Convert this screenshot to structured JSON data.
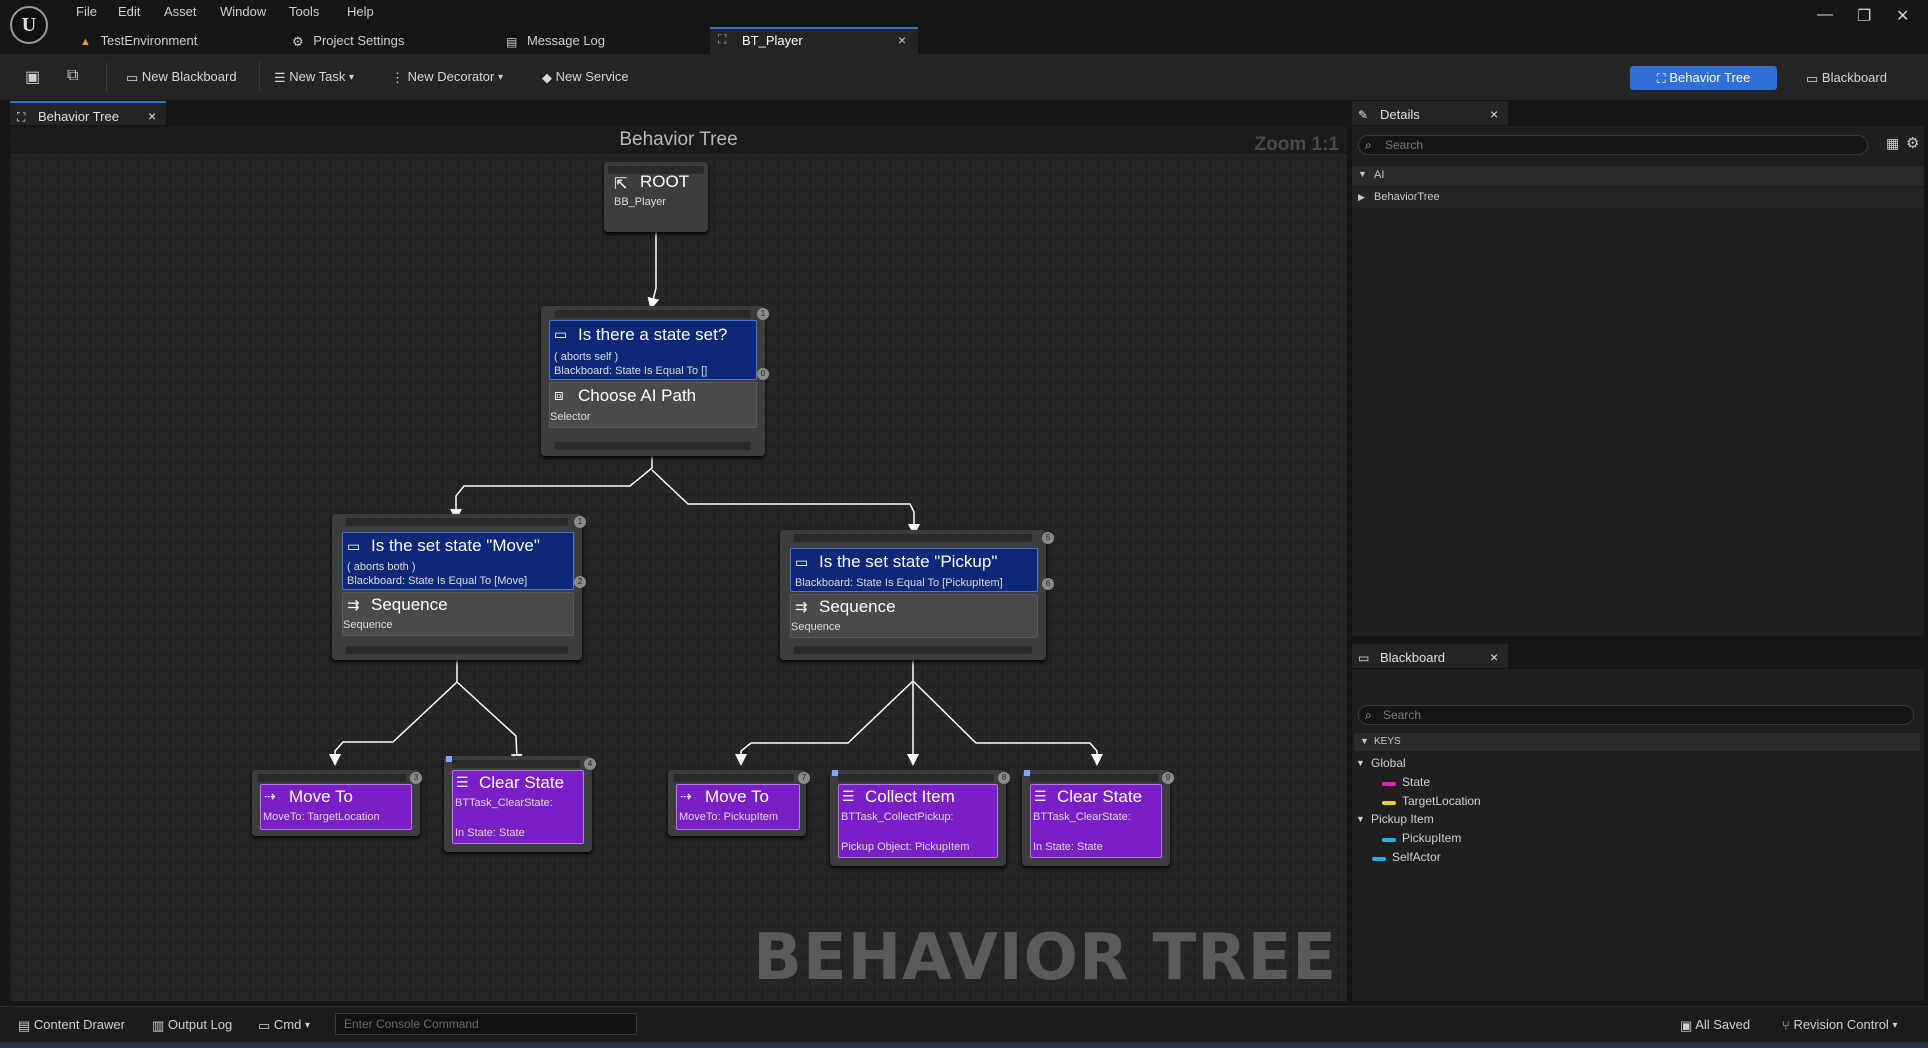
{
  "app": {
    "logo": "U"
  },
  "menu": [
    "File",
    "Edit",
    "Asset",
    "Window",
    "Tools",
    "Help"
  ],
  "doc_tabs": [
    {
      "label": "TestEnvironment",
      "icon": "level-icon"
    },
    {
      "label": "Project Settings",
      "icon": "gear-icon"
    },
    {
      "label": "Message Log",
      "icon": "log-icon"
    },
    {
      "label": "BT_Player",
      "icon": "behavior-tree-icon",
      "close": "×"
    }
  ],
  "window_buttons": {
    "minimize": "—",
    "restore": "❐",
    "close": "✕"
  },
  "toolbar": {
    "new_blackboard": "New Blackboard",
    "new_task": "New Task",
    "new_decorator": "New Decorator",
    "new_service": "New Service",
    "mode_behavior_tree": "Behavior Tree",
    "mode_blackboard": "Blackboard"
  },
  "graph": {
    "tab_label": "Behavior Tree",
    "close": "×",
    "title": "Behavior Tree",
    "zoom": "Zoom 1:1",
    "watermark": "BEHAVIOR TREE"
  },
  "nodes": {
    "root": {
      "title": "ROOT",
      "sub": "BB_Player"
    },
    "selector": {
      "dec_title": "Is there a state set?",
      "dec_line1": "( aborts self )",
      "dec_line2": "Blackboard: State Is Equal To []",
      "title": "Choose AI Path",
      "sub": "Selector",
      "idx_top": "1",
      "idx_mid": "0"
    },
    "seq_move": {
      "dec_title": "Is the set state \"Move\"",
      "dec_line1": "( aborts both )",
      "dec_line2": "Blackboard: State Is Equal To [Move]",
      "title": "Sequence",
      "sub": "Sequence",
      "idx_top": "1",
      "idx_mid": "2"
    },
    "seq_pickup": {
      "dec_title": "Is the set state \"Pickup\"",
      "dec_line2": "Blackboard: State Is Equal To [PickupItem]",
      "title": "Sequence",
      "sub": "Sequence",
      "idx_top": "5",
      "idx_mid": "6"
    },
    "move_to_1": {
      "title": "Move To",
      "sub": "MoveTo: TargetLocation",
      "idx": "3"
    },
    "clear_state_1": {
      "title": "Clear State",
      "sub1": "BTTask_ClearState:",
      "sub2": "In State: State",
      "idx": "4"
    },
    "move_to_2": {
      "title": "Move To",
      "sub": "MoveTo: PickupItem",
      "idx": "7"
    },
    "collect_item": {
      "title": "Collect Item",
      "sub1": "BTTask_CollectPickup:",
      "sub2": "Pickup Object: PickupItem",
      "idx": "8"
    },
    "clear_state_2": {
      "title": "Clear State",
      "sub1": "BTTask_ClearState:",
      "sub2": "In State: State",
      "idx": "9"
    }
  },
  "details": {
    "tab": "Details",
    "close": "×",
    "search_placeholder": "Search",
    "category": "AI",
    "row": "BehaviorTree"
  },
  "blackboard": {
    "tab": "Blackboard",
    "close": "×",
    "search_placeholder": "Search",
    "header": "KEYS",
    "groups": [
      {
        "name": "Global",
        "keys": [
          {
            "name": "State",
            "color": "#e020d0"
          },
          {
            "name": "TargetLocation",
            "color": "#f0d020"
          }
        ]
      },
      {
        "name": "Pickup Item",
        "keys": [
          {
            "name": "PickupItem",
            "color": "#20b0f0"
          }
        ]
      }
    ],
    "loose_key": {
      "name": "SelfActor",
      "color": "#20b0f0"
    }
  },
  "statusbar": {
    "content_drawer": "Content Drawer",
    "output_log": "Output Log",
    "cmd": "Cmd",
    "console_placeholder": "Enter Console Command",
    "all_saved": "All Saved",
    "revision_control": "Revision Control"
  },
  "colors": {
    "accent": "#2f6fd6",
    "decorator": "#0c2877",
    "task": "#7a1fc6",
    "composite": "#4a4a4a"
  }
}
